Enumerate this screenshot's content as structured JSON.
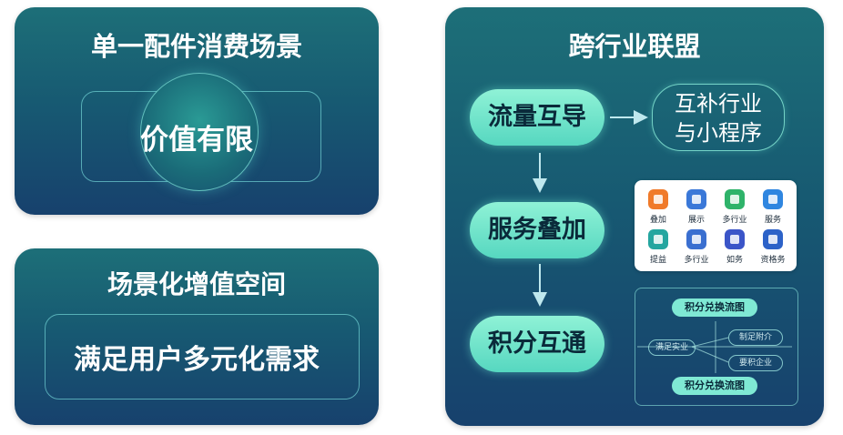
{
  "left_top": {
    "title": "单一配件消费场景",
    "center_text": "价值有限"
  },
  "left_bottom": {
    "title": "场景化增值空间",
    "center_text": "满足用户多元化需求"
  },
  "right": {
    "title": "跨行业联盟",
    "steps": [
      "流量互导",
      "服务叠加",
      "积分互通"
    ],
    "side_box": {
      "line1": "互补行业",
      "line2": "与小程序"
    },
    "icons": [
      {
        "label": "叠加",
        "icon": "box-icon",
        "color": "#f07a2a"
      },
      {
        "label": "展示",
        "icon": "grid-icon",
        "color": "#3a78d8"
      },
      {
        "label": "多行业",
        "icon": "calendar-icon",
        "color": "#2fb36a"
      },
      {
        "label": "服务",
        "icon": "bell-icon",
        "color": "#2f86e0"
      },
      {
        "label": "提益",
        "icon": "gift-icon",
        "color": "#25a6a0"
      },
      {
        "label": "多行业",
        "icon": "chart-icon",
        "color": "#3a6fd0"
      },
      {
        "label": "如务",
        "icon": "document-icon",
        "color": "#3b55c8"
      },
      {
        "label": "资格务",
        "icon": "exchange-icon",
        "color": "#2c62c8"
      }
    ],
    "flow": {
      "top_title": "积分兑换流图",
      "bottom_title": "积分兑换流图",
      "left_node": "满足实业",
      "right_node1": "制足附介",
      "right_node2": "要积企业"
    }
  }
}
